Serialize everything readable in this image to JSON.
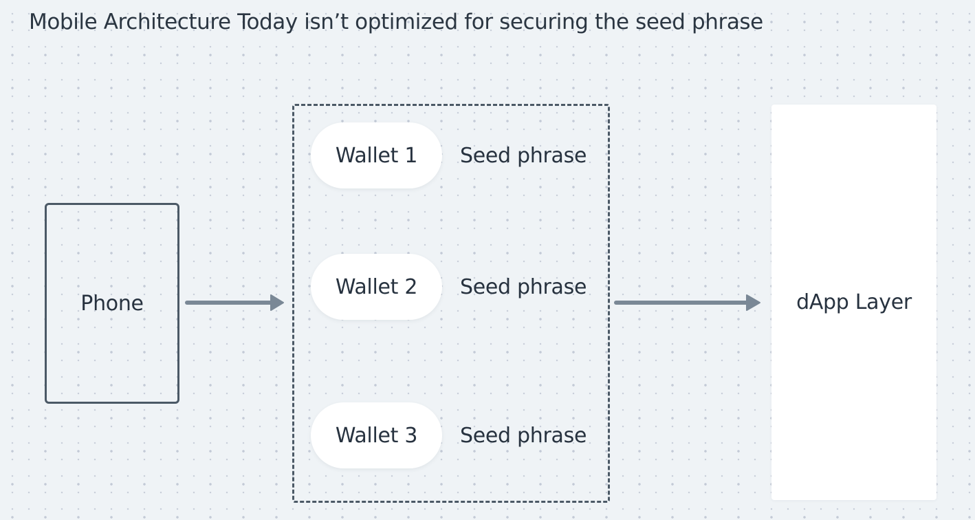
{
  "title": "Mobile Architecture Today isn’t optimized for securing the seed phrase",
  "nodes": {
    "phone": {
      "label": "Phone"
    },
    "wallets": [
      {
        "label": "Wallet 1",
        "secret_label": "Seed phrase"
      },
      {
        "label": "Wallet 2",
        "secret_label": "Seed phrase"
      },
      {
        "label": "Wallet 3",
        "secret_label": "Seed phrase"
      }
    ],
    "dapp": {
      "label": "dApp Layer"
    }
  },
  "edges": [
    {
      "from": "phone",
      "to": "wallet-group"
    },
    {
      "from": "wallet-group",
      "to": "dapp"
    }
  ],
  "colors": {
    "background": "#eff3f6",
    "stroke": "#4b5966",
    "arrow": "#7a8896",
    "text": "#27323f",
    "card": "#ffffff"
  }
}
